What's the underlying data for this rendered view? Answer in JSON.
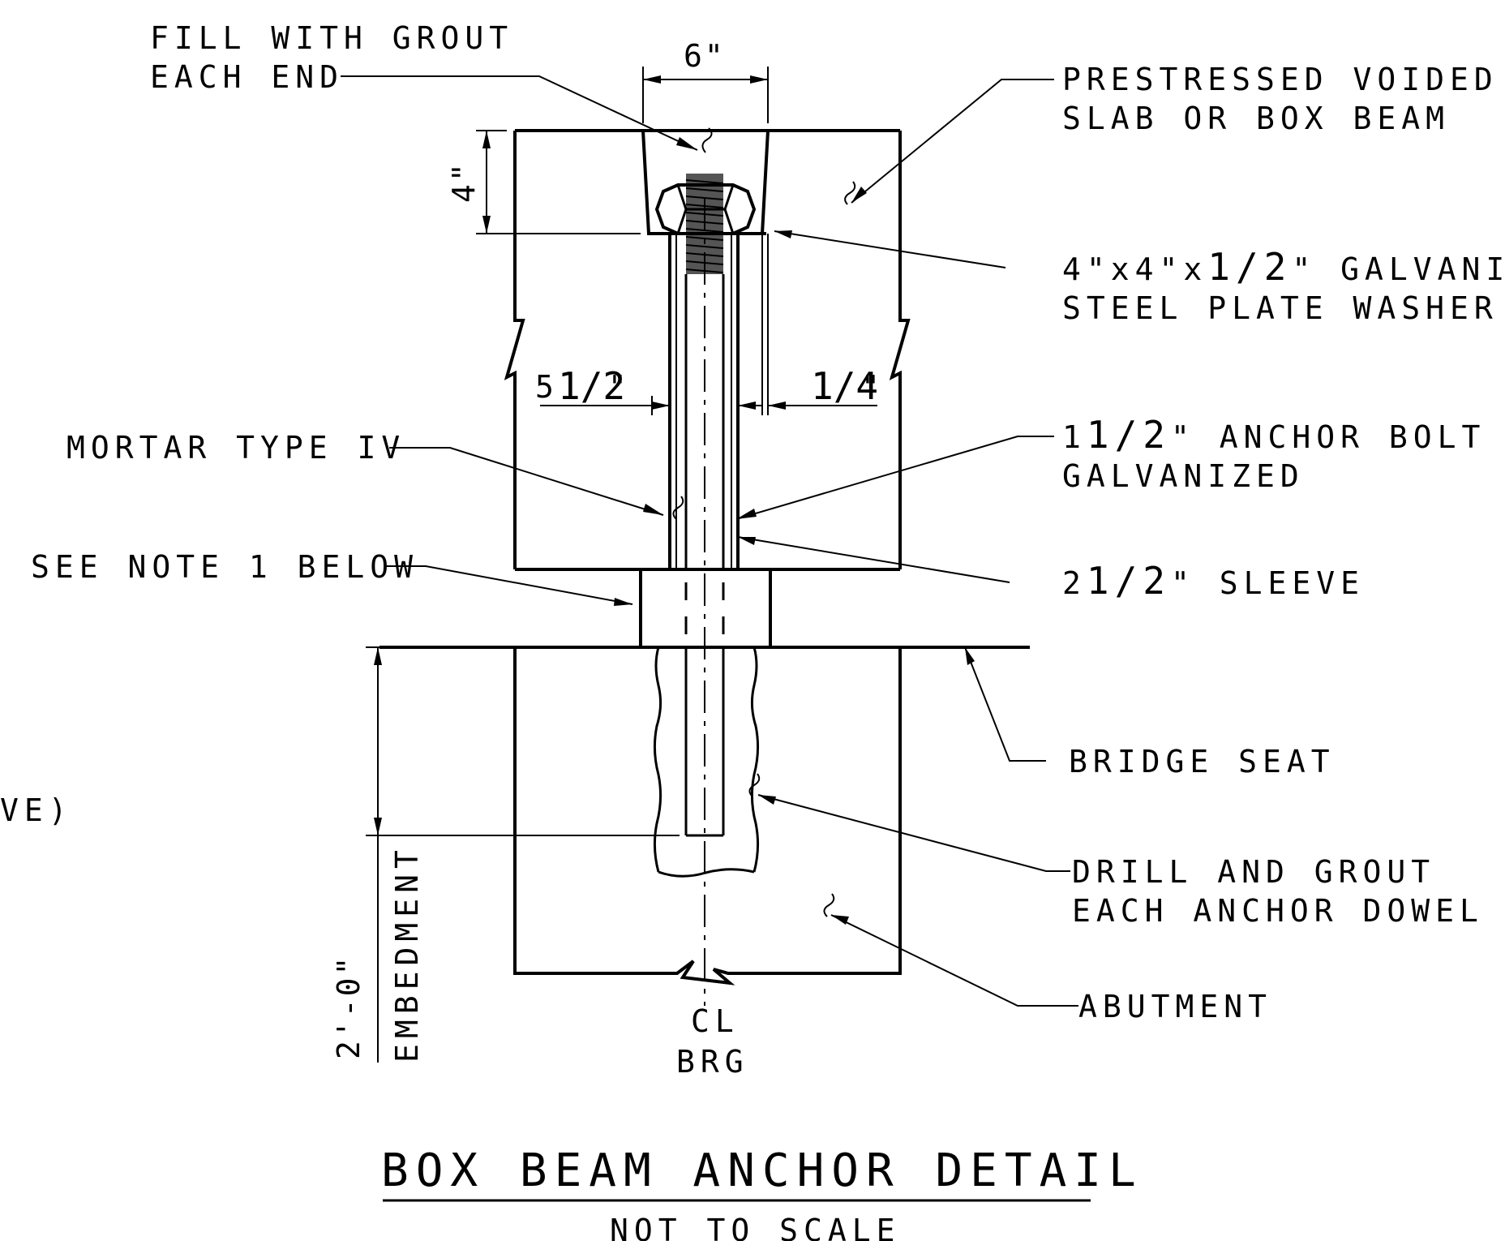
{
  "title": "BOX BEAM ANCHOR DETAIL",
  "subtitle": "NOT TO SCALE",
  "labels": {
    "fill_grout_1": "FILL WITH GROUT",
    "fill_grout_2": "EACH END",
    "prestressed_1": "PRESTRESSED VOIDED",
    "prestressed_2": "SLAB OR BOX BEAM",
    "washer_1_pre": "4\"x4\"x",
    "washer_1_post": "\" GALVANIZED",
    "washer_2": "STEEL PLATE WASHER",
    "mortar": "MORTAR TYPE IV",
    "anchor_bolt_pre": "1",
    "anchor_bolt_post": "\" ANCHOR BOLT",
    "anchor_bolt_2": "GALVANIZED",
    "see_note": "SEE NOTE 1 BELOW",
    "sleeve_pre": "2",
    "sleeve_post": "\" SLEEVE",
    "bridge_seat": "BRIDGE SEAT",
    "drill_1": "DRILL AND GROUT",
    "drill_2": "EACH ANCHOR DOWEL",
    "abutment": "ABUTMENT",
    "cut_off": "VE)",
    "embed_dim": "2'-0\"",
    "embedment": "EMBEDMENT",
    "cl_symbol": "CL",
    "brg": "BRG"
  },
  "dimensions": {
    "six_in": "6\"",
    "four_in": "4\"",
    "five_half_pre": "5",
    "five_half_post": "\"",
    "quarter_post": "\"",
    "half_frac": "1/2",
    "quarter_frac": "1/4"
  },
  "colors": {
    "ink": "#000000",
    "paper": "#ffffff"
  }
}
